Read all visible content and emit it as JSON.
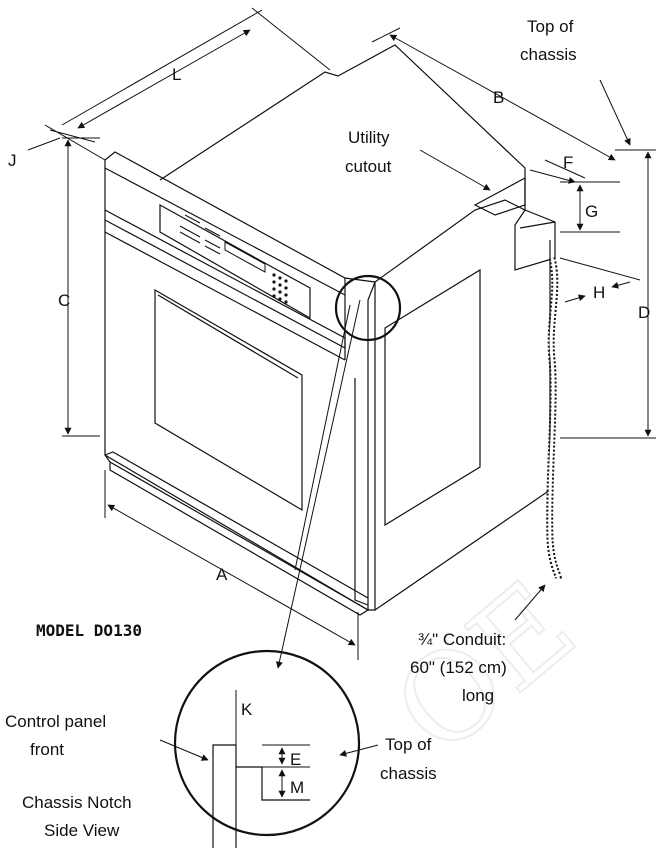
{
  "model": "MODEL DO130",
  "labels": {
    "L": "L",
    "B": "B",
    "J": "J",
    "C": "C",
    "A": "A",
    "D": "D",
    "F": "F",
    "G": "G",
    "H": "H",
    "K": "K",
    "E": "E",
    "M": "M"
  },
  "annotations": {
    "top_of_chassis_1": "Top of",
    "top_of_chassis_2": "chassis",
    "utility_1": "Utility",
    "utility_2": "cutout",
    "conduit_1": "¾\" Conduit:",
    "conduit_2": "60\" (152 cm)",
    "conduit_3": "long",
    "control_panel_1": "Control panel",
    "control_panel_2": "front",
    "chassis_notch_1": "Chassis Notch",
    "chassis_notch_2": "Side View",
    "detail_top_1": "Top of",
    "detail_top_2": "chassis"
  }
}
